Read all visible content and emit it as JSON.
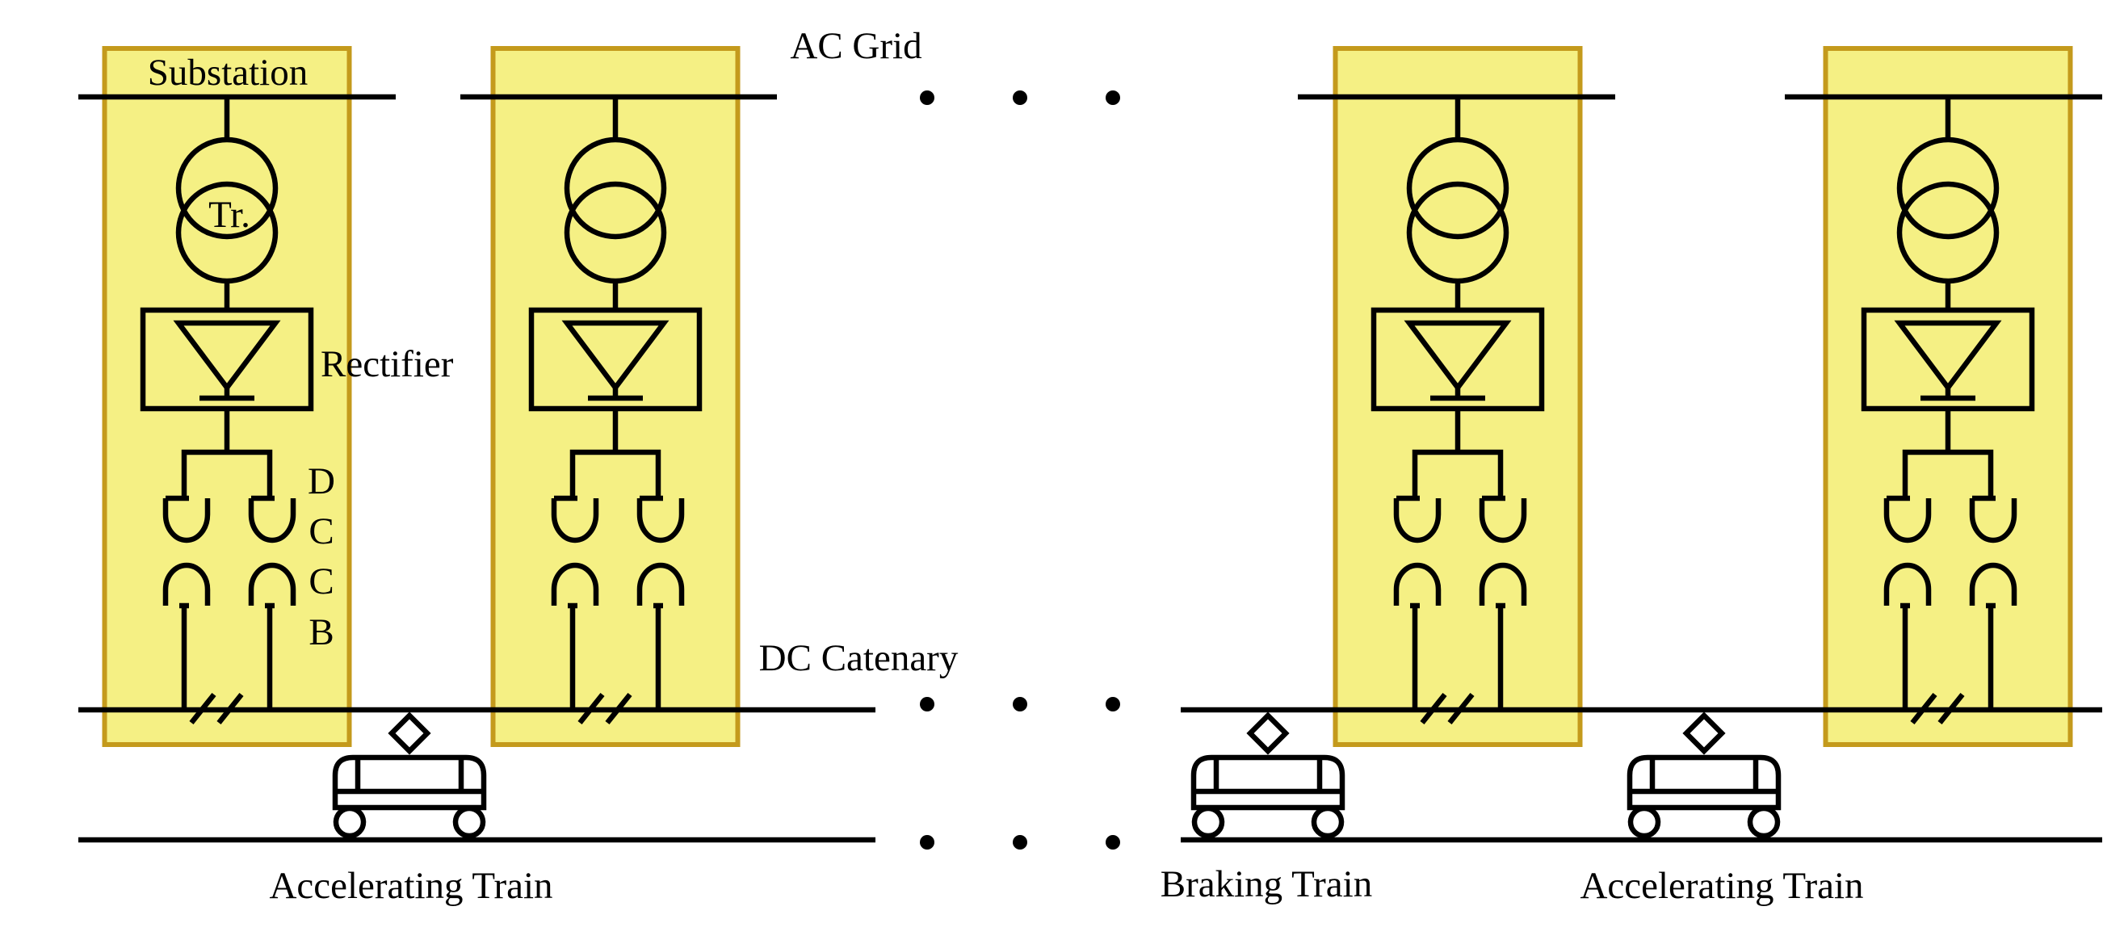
{
  "labels": {
    "ac_grid": "AC Grid",
    "dc_catenary": "DC Catenary",
    "substation": "Substation",
    "transformer": "Tr.",
    "rectifier": "Rectifier",
    "dccb": [
      "D",
      "C",
      "C",
      "B"
    ]
  },
  "trains": [
    {
      "label": "Accelerating Train"
    },
    {
      "label": "Braking Train"
    },
    {
      "label": "Accelerating Train"
    }
  ],
  "colors": {
    "substation_fill": "#f5f084",
    "substation_border": "#c49a1c",
    "line": "#000000"
  }
}
